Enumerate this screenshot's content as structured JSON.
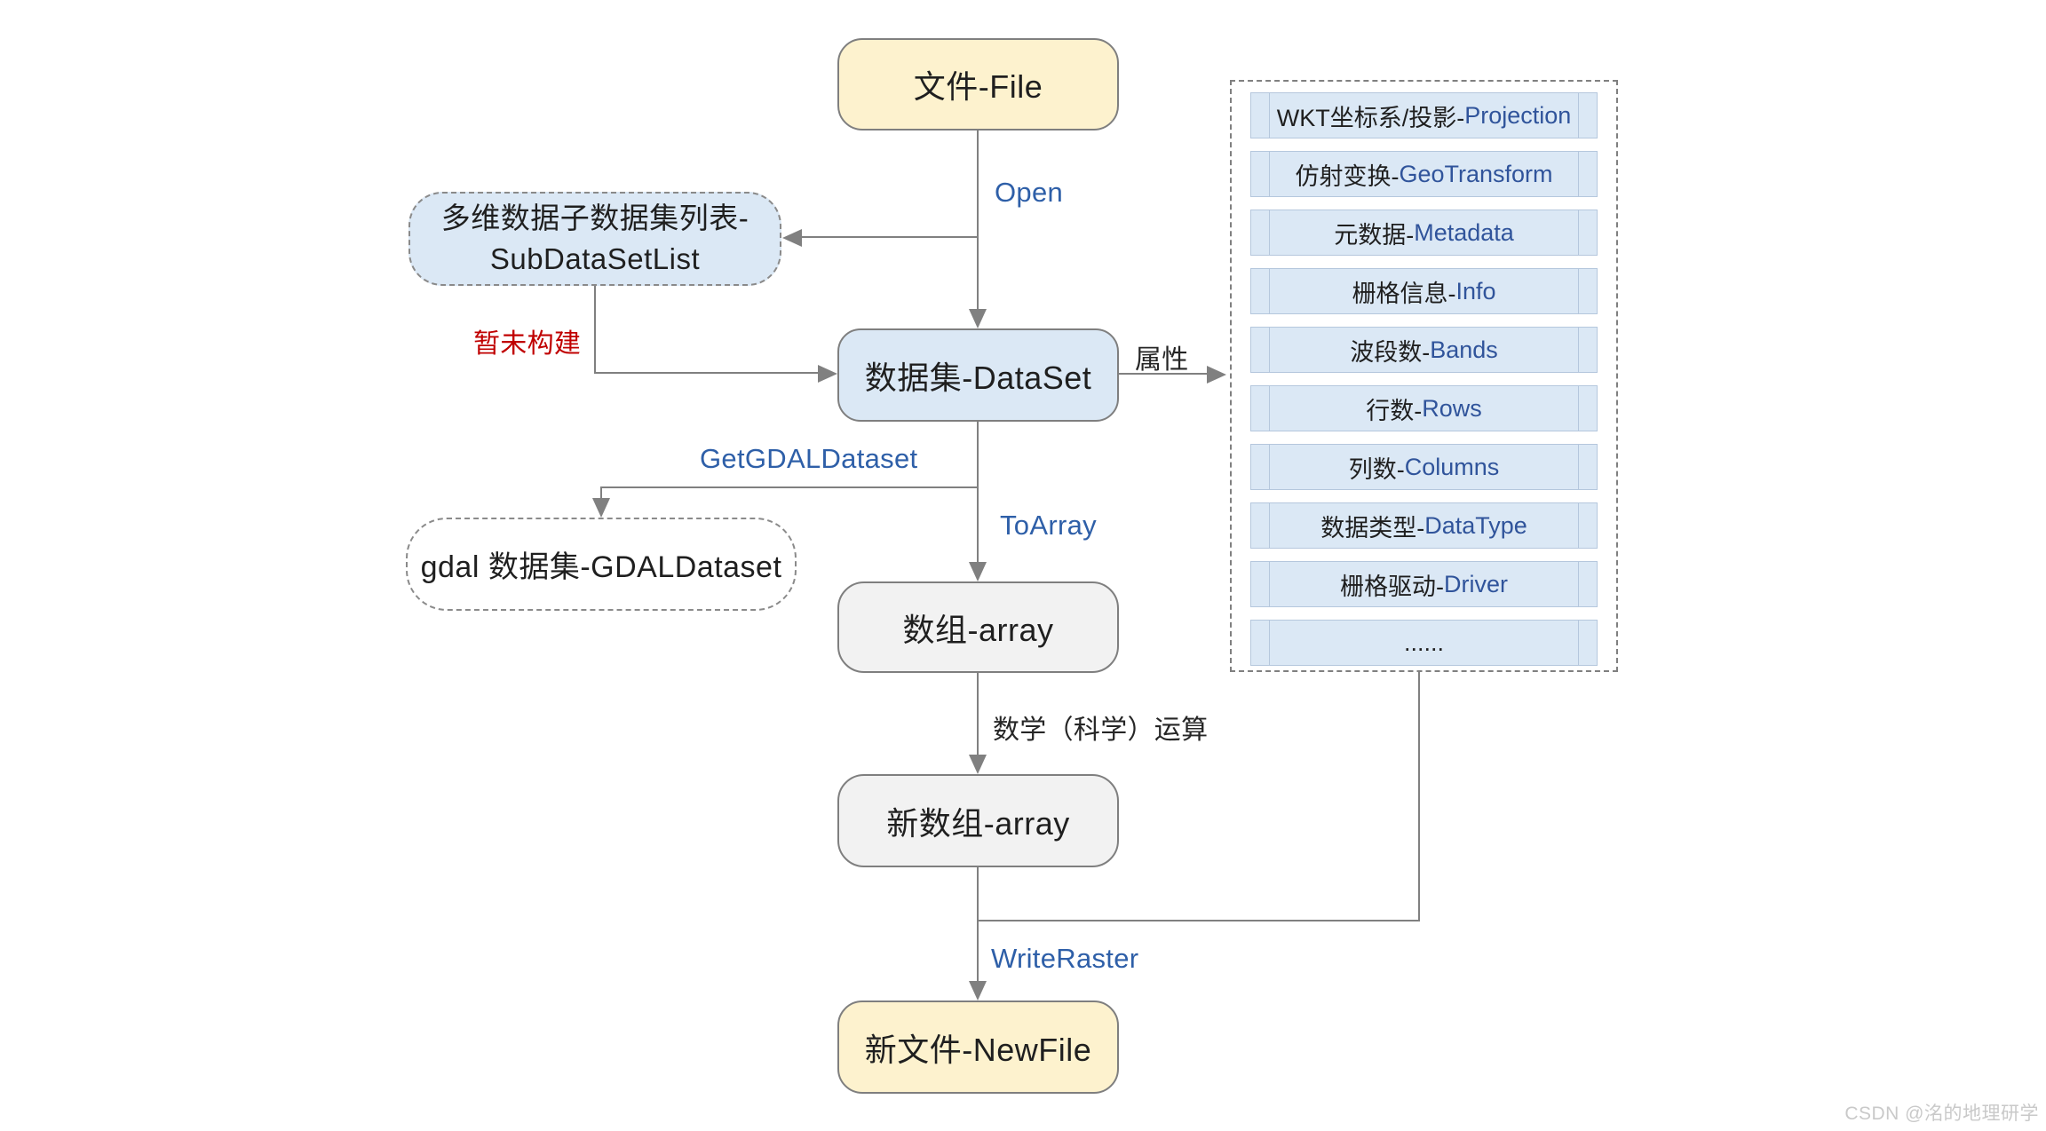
{
  "diagram": {
    "nodes": {
      "file": {
        "label": "文件-File"
      },
      "subdatasetlist": {
        "line1": "多维数据子数据集列表-",
        "line2": "SubDataSetList"
      },
      "dataset": {
        "label": "数据集-DataSet"
      },
      "gdaldataset": {
        "label": "gdal 数据集-GDALDataset"
      },
      "array": {
        "label": "数组-array"
      },
      "newarray": {
        "label": "新数组-array"
      },
      "newfile": {
        "label": "新文件-NewFile"
      }
    },
    "edge_labels": {
      "open": "Open",
      "not_built": "暂未构建",
      "attribute": "属性",
      "get_gdal_dataset": "GetGDALDataset",
      "to_array": "ToArray",
      "math_operation": "数学（科学）运算",
      "write_raster": "WriteRaster"
    },
    "attribute_panel": {
      "items": [
        {
          "zh": "WKT坐标系/投影-",
          "en": "Projection"
        },
        {
          "zh": "仿射变换-",
          "en": "GeoTransform"
        },
        {
          "zh": "元数据-",
          "en": "Metadata"
        },
        {
          "zh": "栅格信息-",
          "en": "Info"
        },
        {
          "zh": "波段数-",
          "en": "Bands"
        },
        {
          "zh": "行数-",
          "en": "Rows"
        },
        {
          "zh": "列数-",
          "en": "Columns"
        },
        {
          "zh": "数据类型-",
          "en": "DataType"
        },
        {
          "zh": "栅格驱动-",
          "en": "Driver"
        },
        {
          "zh": "......",
          "en": ""
        }
      ]
    },
    "watermark": "CSDN @洺的地理研学",
    "colors": {
      "yellow_fill": "#fdf2ce",
      "blue_fill": "#dbe8f5",
      "gray_fill": "#f2f2f2",
      "node_border": "#7f7f7f",
      "connector": "#808080",
      "panel_item_border": "#b5c7dd",
      "label_blue": "#2e5fa8",
      "panel_en_blue": "#30549b",
      "label_red": "#c00000",
      "text_dark": "#1f1f1f",
      "watermark_gray": "#c9c9c9"
    }
  }
}
